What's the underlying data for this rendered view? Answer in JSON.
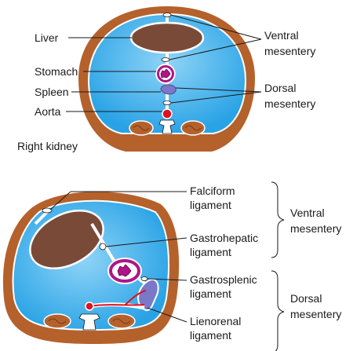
{
  "labels": {
    "liver": "Liver",
    "stomach": "Stomach",
    "spleen": "Spleen",
    "aorta": "Aorta",
    "right_kidney": "Right kidney",
    "ventral_mesentery_top_1": "Ventral",
    "ventral_mesentery_top_2": "mesentery",
    "dorsal_mesentery_top_1": "Dorsal",
    "dorsal_mesentery_top_2": "mesentery",
    "falciform_1": "Falciform",
    "falciform_2": "ligament",
    "gastrohepatic_1": "Gastrohepatic",
    "gastrohepatic_2": "ligament",
    "gastrosplenic_1": "Gastrosplenic",
    "gastrosplenic_2": "ligament",
    "lienorenal_1": "Lienorenal",
    "lienorenal_2": "ligament",
    "ventral_mesentery_bottom_1": "Ventral",
    "ventral_mesentery_bottom_2": "mesentery",
    "dorsal_mesentery_bottom_1": "Dorsal",
    "dorsal_mesentery_bottom_2": "mesentery"
  },
  "colors": {
    "body_wall": "#b5612c",
    "cavity": "#2aa3e6",
    "cavity_light": "#8fd4f7",
    "liver": "#7a4a38",
    "stomach": "#b0148a",
    "spleen": "#7a78c8",
    "aorta": "#e0101e",
    "kidney": "#b5612c",
    "line": "#1a1a1a"
  }
}
